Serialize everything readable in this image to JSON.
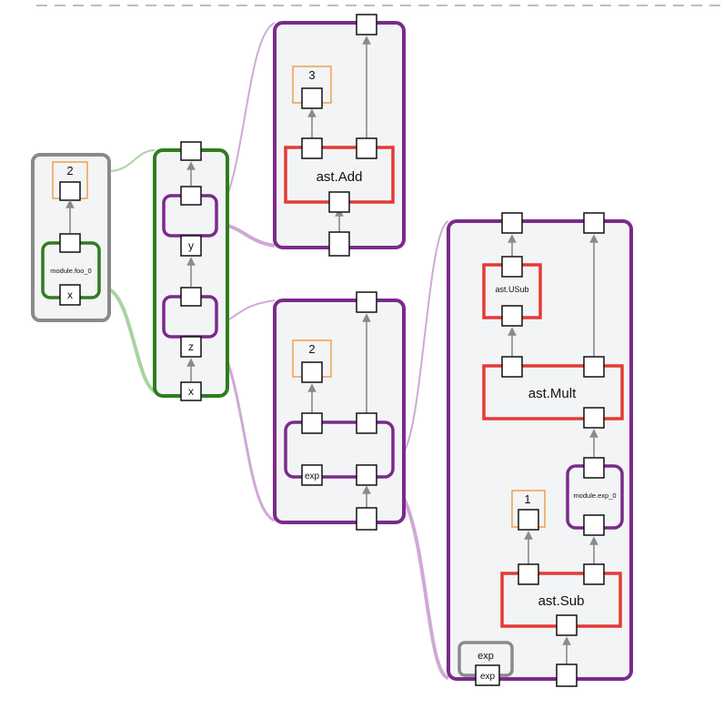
{
  "colors": {
    "gray": "#8a8a8a",
    "green": "#2e7d1e",
    "purple": "#7b2a8b",
    "red": "#e53935",
    "orange": "#f0a04b",
    "panel_fill": "#f3f4f6",
    "link_purple": "#cfa9d6",
    "link_green": "#a9d3a0"
  },
  "module_foo": {
    "const_value": "2",
    "function_label": "module.foo_0",
    "input_label": "x"
  },
  "foo_body": {
    "y_label": "y",
    "z_label": "z",
    "x_label": "x"
  },
  "y_def": {
    "const_value": "3",
    "op_label": "ast.Add"
  },
  "z_def": {
    "const_value": "2",
    "exp_label": "exp"
  },
  "exp_def": {
    "usub_label": "ast.USub",
    "mult_label": "ast.Mult",
    "exp_fn_label": "module.exp_0",
    "const_value": "1",
    "sub_label": "ast.Sub",
    "exp_var_label": "exp",
    "exp_port_label": "exp"
  }
}
